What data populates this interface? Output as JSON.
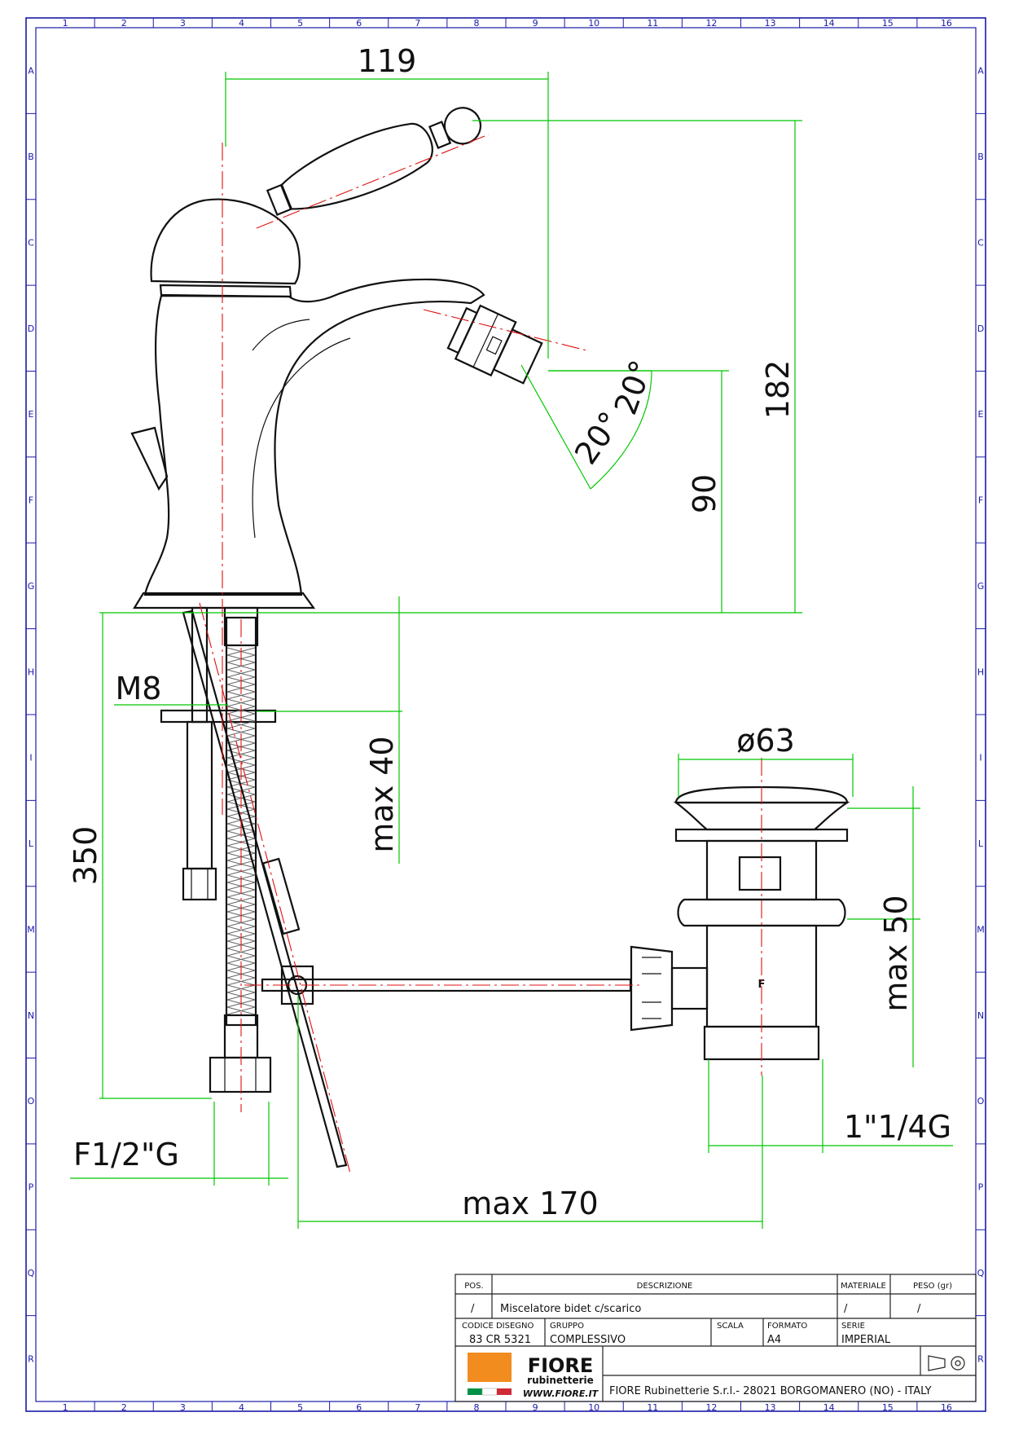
{
  "grid": {
    "columns": [
      "1",
      "2",
      "3",
      "4",
      "5",
      "6",
      "7",
      "8",
      "9",
      "10",
      "11",
      "12",
      "13",
      "14",
      "15",
      "16"
    ],
    "rows": [
      "A",
      "B",
      "C",
      "D",
      "E",
      "F",
      "G",
      "H",
      "I",
      "L",
      "M",
      "N",
      "O",
      "P",
      "Q",
      "R"
    ]
  },
  "dimensions": {
    "width_top": "119",
    "height_total": "182",
    "spout_height": "90",
    "angle_upper": "20°",
    "angle_lower": "20°",
    "rod_thread": "M8",
    "max_thickness": "max 40",
    "hose_length": "350",
    "hose_connection": "F1/2\"G",
    "waste_diameter": "ø63",
    "waste_max_height": "max 50",
    "waste_thread": "1\"1/4G",
    "max_distance": "max 170",
    "waste_label": "F"
  },
  "title_block": {
    "pos_header": "POS.",
    "descr_header": "DESCRIZIONE",
    "material_header": "MATERIALE",
    "weight_header": "PESO (gr)",
    "pos_value": "/",
    "descr_value": "Miscelatore bidet c/scarico",
    "material_value": "/",
    "weight_value": "/",
    "code_header": "CODICE DISEGNO",
    "code_value": "83 CR 5321",
    "group_header": "GRUPPO",
    "group_value": "COMPLESSIVO",
    "scale_header": "SCALA",
    "format_header": "FORMATO",
    "format_value": "A4",
    "series_header": "SERIE",
    "series_value": "IMPERIAL",
    "logo_name": "FIORE",
    "logo_sub": "rubinetterie",
    "logo_web": "WWW.FIORE.IT",
    "company": "FIORE Rubinetterie S.r.l.- 28021 BORGOMANERO (NO) - ITALY"
  },
  "colors": {
    "frame": "#1a1aa8",
    "dimension": "#00c800",
    "centerline": "#e01010",
    "outline": "#111111"
  }
}
